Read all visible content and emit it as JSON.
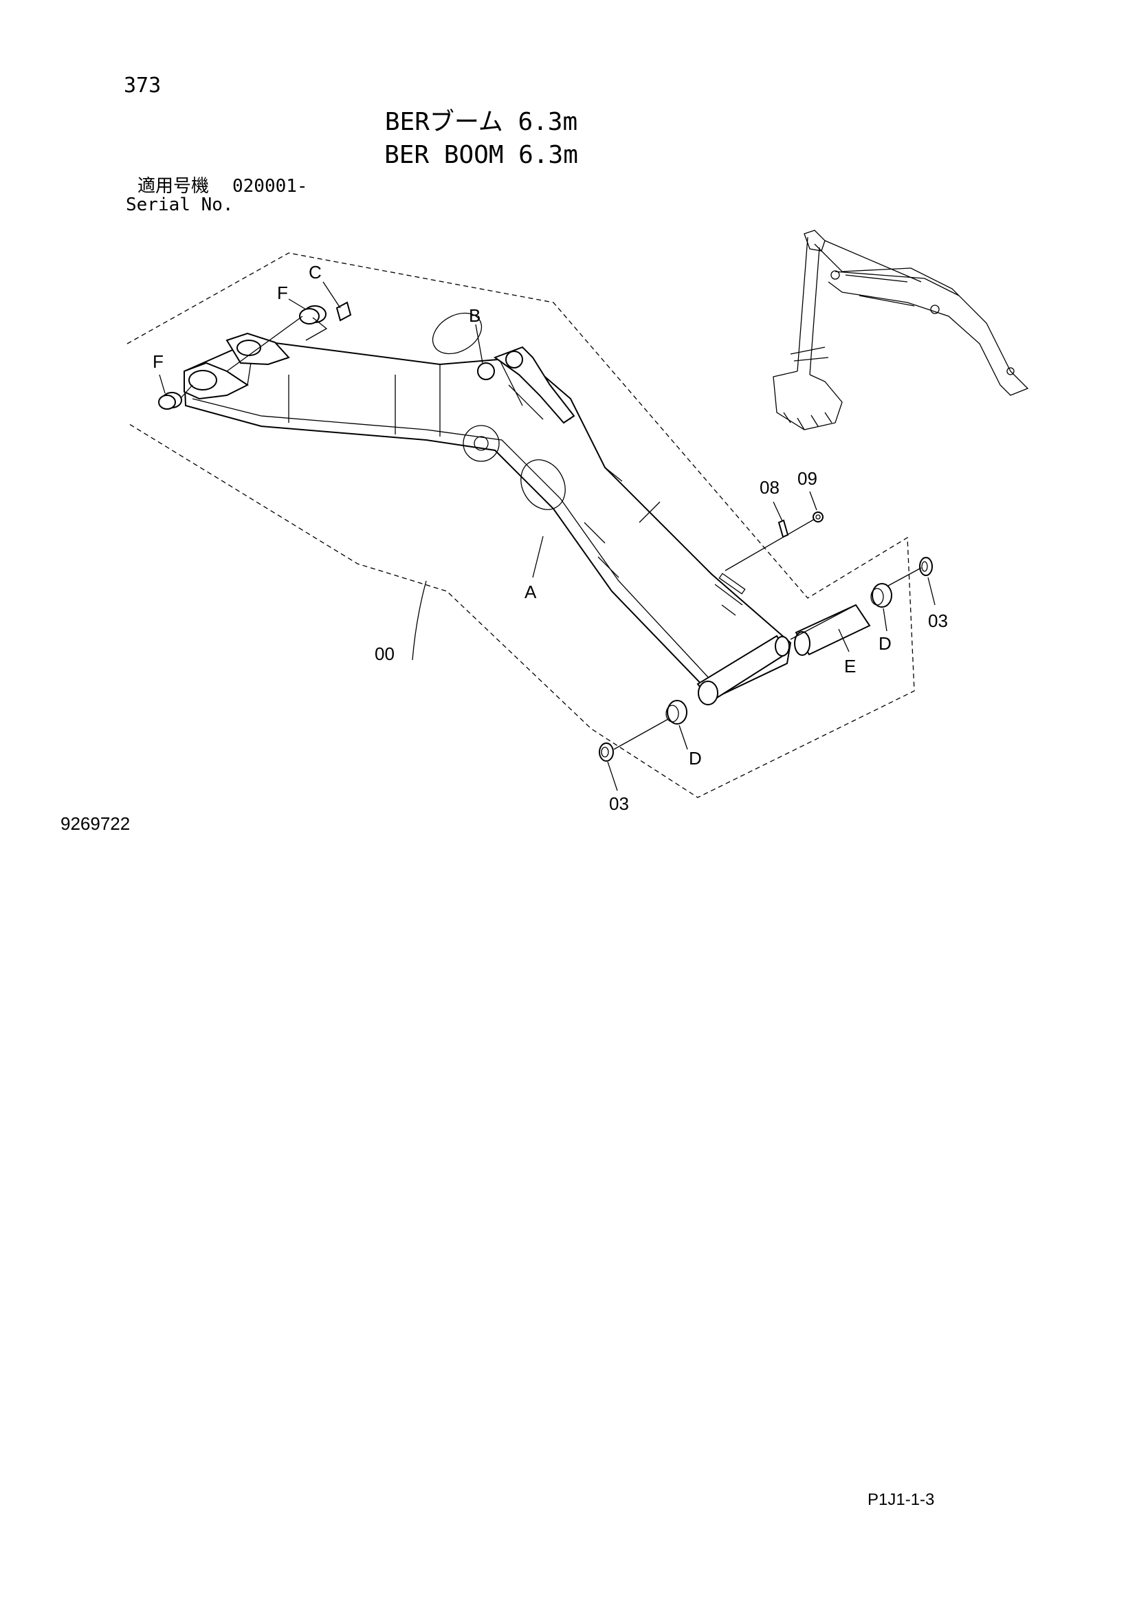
{
  "page_number": "373",
  "title": {
    "japanese": "BERブーム 6.3m",
    "english": "BER BOOM 6.3m"
  },
  "serial": {
    "label_jp": "適用号機",
    "value": "020001-",
    "label_en": "Serial No."
  },
  "callouts": {
    "A": "A",
    "B": "B",
    "C": "C",
    "D1": "D",
    "D2": "D",
    "E": "E",
    "F1": "F",
    "F2": "F",
    "p00": "00",
    "p03a": "03",
    "p03b": "03",
    "p08": "08",
    "p09": "09"
  },
  "figure_number": "9269722",
  "page_code": "P1J1-1-3"
}
